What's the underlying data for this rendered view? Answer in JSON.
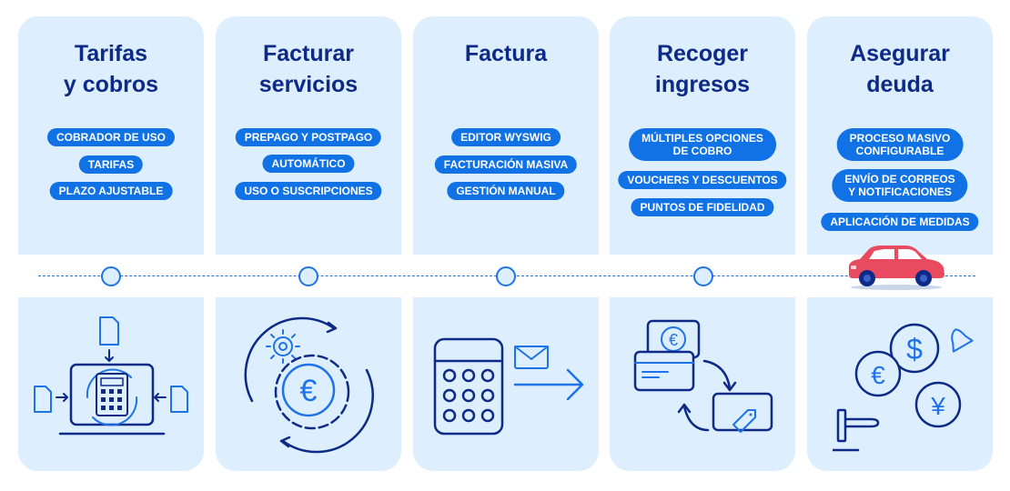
{
  "stages": [
    {
      "title_lines": [
        "Tarifas",
        "y cobros"
      ],
      "tags": [
        [
          "COBRADOR DE USO"
        ],
        [
          "TARIFAS"
        ],
        [
          "PLAZO AJUSTABLE"
        ]
      ],
      "icon": "calculator-cycle-icon"
    },
    {
      "title_lines": [
        "Facturar",
        "servicios"
      ],
      "tags": [
        [
          "PREPAGO Y POSTPAGO"
        ],
        [
          "AUTOMÁTICO"
        ],
        [
          "USO O SUSCRIPCIONES"
        ]
      ],
      "icon": "euro-gears-cycle-icon"
    },
    {
      "title_lines": [
        "Factura"
      ],
      "tags": [
        [
          "EDITOR WYSWIG"
        ],
        [
          "FACTURACIÓN MASIVA"
        ],
        [
          "GESTIÓN MANUAL"
        ]
      ],
      "icon": "calculator-mail-icon"
    },
    {
      "title_lines": [
        "Recoger",
        "ingresos"
      ],
      "tags": [
        [
          "MÚLTIPLES OPCIONES",
          "DE COBRO"
        ],
        [
          "VOUCHERS Y DESCUENTOS"
        ],
        [
          "PUNTOS DE FIDELIDAD"
        ]
      ],
      "icon": "payment-voucher-icon"
    },
    {
      "title_lines": [
        "Asegurar",
        "deuda"
      ],
      "tags": [
        [
          "PROCESO MASIVO",
          "CONFIGURABLE"
        ],
        [
          "ENVÍO DE CORREOS",
          "Y NOTIFICACIONES"
        ],
        [
          "APLICACIÓN DE MEDIDAS"
        ]
      ],
      "icon": "currencies-gavel-icon"
    }
  ],
  "colors": {
    "card": "#ddeefe",
    "title": "#0d2a87",
    "pill": "#1172e6",
    "line": "#1e73e8",
    "car": "#e84a5f"
  }
}
